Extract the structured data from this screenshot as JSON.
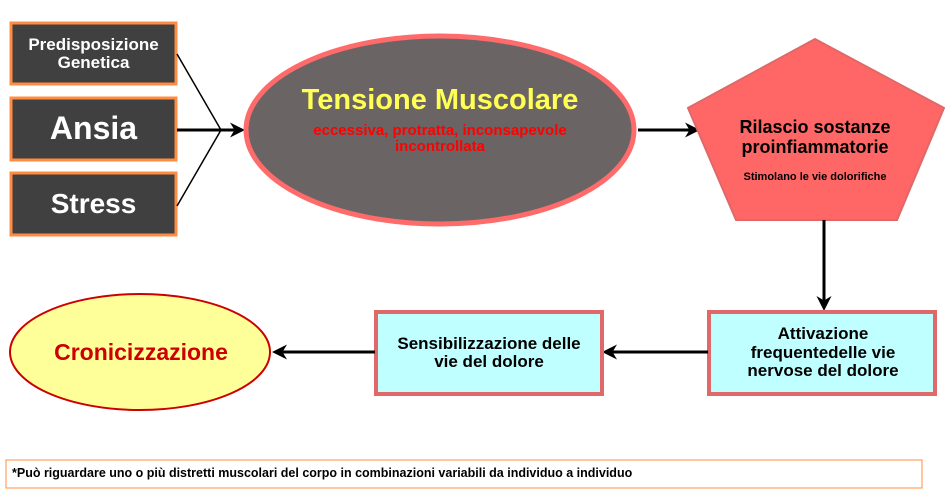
{
  "causes": [
    {
      "label": "Predisposizione Genetica"
    },
    {
      "label": "Ansia"
    },
    {
      "label": "Stress"
    }
  ],
  "tension": {
    "title": "Tensione Muscolare",
    "subtitle_line1": "eccessiva, protratta, inconsapevole",
    "subtitle_line2": "incontrollata"
  },
  "release": {
    "title": "Rilascio sostanze proinfiammatorie",
    "subtitle": "Stimolano le vie dolorifiche"
  },
  "activation": {
    "label": "Attivazione frequentedelle vie nervose del dolore"
  },
  "sensitization": {
    "label": "Sensibilizzazione delle vie del dolore"
  },
  "chronic": {
    "label": "Cronicizzazione"
  },
  "footnote": "*Può riguardare uno o più distretti muscolari del corpo in combinazioni variabili da individuo a individuo",
  "colors": {
    "cause_fill": "#404040",
    "cause_border": "#ff8c40",
    "tension_fill": "#6b6464",
    "tension_border": "#ff6b6b",
    "tension_title": "#ffff55",
    "tension_sub": "#ff0000",
    "release_fill": "#ff6666",
    "box_fill": "#c0ffff",
    "box_border": "#e06868",
    "chronic_fill": "#ffff99",
    "chronic_border": "#cc0000",
    "chronic_text": "#cc0000"
  }
}
